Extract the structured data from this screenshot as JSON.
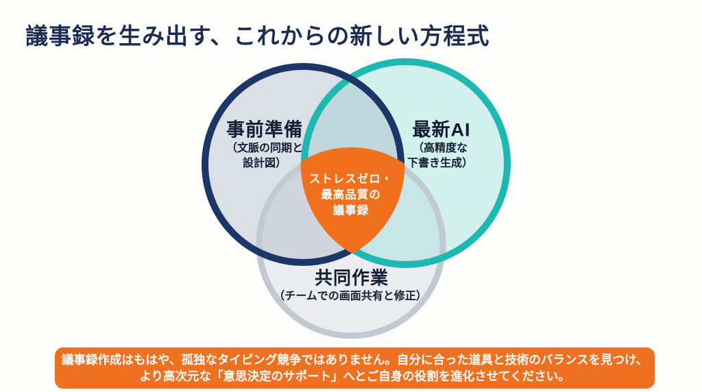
{
  "slide": {
    "background_color": "#fdfdfb",
    "title": {
      "text": "議事録を生み出す、これからの新しい方程式",
      "color": "#1b2b52"
    },
    "venn": {
      "circles": [
        {
          "id": "preparation",
          "name": "事前準備",
          "sub_line1": "（文脈の同期と",
          "sub_line2": "設計図）",
          "stroke_color": "#1c3767",
          "fill_color": "#a3adc6"
        },
        {
          "id": "latest-ai",
          "name": "最新AI",
          "sub_line1": "（高精度な",
          "sub_line2": "下書き生成）",
          "stroke_color": "#1cb8b1",
          "fill_color": "#96ded6"
        },
        {
          "id": "collaboration",
          "name": "共同作業",
          "sub_line1": "（チームでの画面共有と修正）",
          "stroke_color": "#c3c9d2",
          "fill_color": "#cdd3de"
        }
      ],
      "center": {
        "line1": "ストレスゼロ・",
        "line2": "最高品質の",
        "line3": "議事録",
        "fill_color": "#f0701e",
        "text_color": "#ffffff"
      }
    },
    "banner": {
      "line1": "議事録作成はもはや、孤独なタイピング競争ではありません。自分に合った道具と技術のバランスを見つけ、",
      "line2": "より高次元な「意思決定のサポート」へとご自身の役割を進化させてください。",
      "background_color": "#ee7122",
      "text_color": "#ffffff"
    }
  }
}
